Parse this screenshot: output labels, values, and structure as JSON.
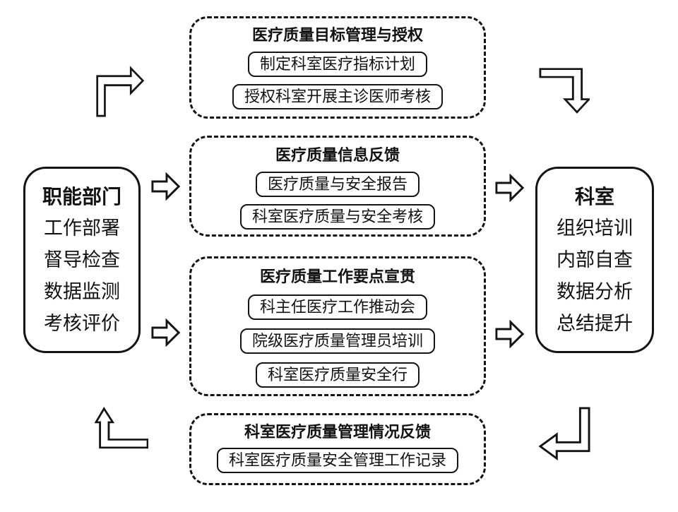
{
  "diagram": {
    "kind": "hospital-quality-management-flow",
    "line_color": "#141414",
    "background": "#ffffff"
  },
  "left_node": {
    "title": "职能部门",
    "items": [
      "工作部署",
      "督导检查",
      "数据监测",
      "考核评价"
    ]
  },
  "right_node": {
    "title": "科室",
    "items": [
      "组织培训",
      "内部自查",
      "数据分析",
      "总结提升"
    ]
  },
  "stages": [
    {
      "title": "医疗质量目标管理与授权",
      "items": [
        "制定科室医疗指标计划",
        "授权科室开展主诊医师考核"
      ]
    },
    {
      "title": "医疗质量信息反馈",
      "items": [
        "医疗质量与安全报告",
        "科室医疗质量与安全考核"
      ]
    },
    {
      "title": "医疗质量工作要点宣贯",
      "items": [
        "科主任医疗工作推动会",
        "院级医疗质量管理员培训",
        "科室医疗质量安全行"
      ]
    },
    {
      "title": "科室医疗质量管理情况反馈",
      "items": [
        "科室医疗质量安全管理工作记录"
      ]
    }
  ],
  "arrows": {
    "top_left": "up-then-right",
    "top_right": "right-then-down",
    "bottom_left": "left-then-up",
    "bottom_right": "down-then-left",
    "left_to_center_count": 2,
    "center_to_right_count": 2
  }
}
